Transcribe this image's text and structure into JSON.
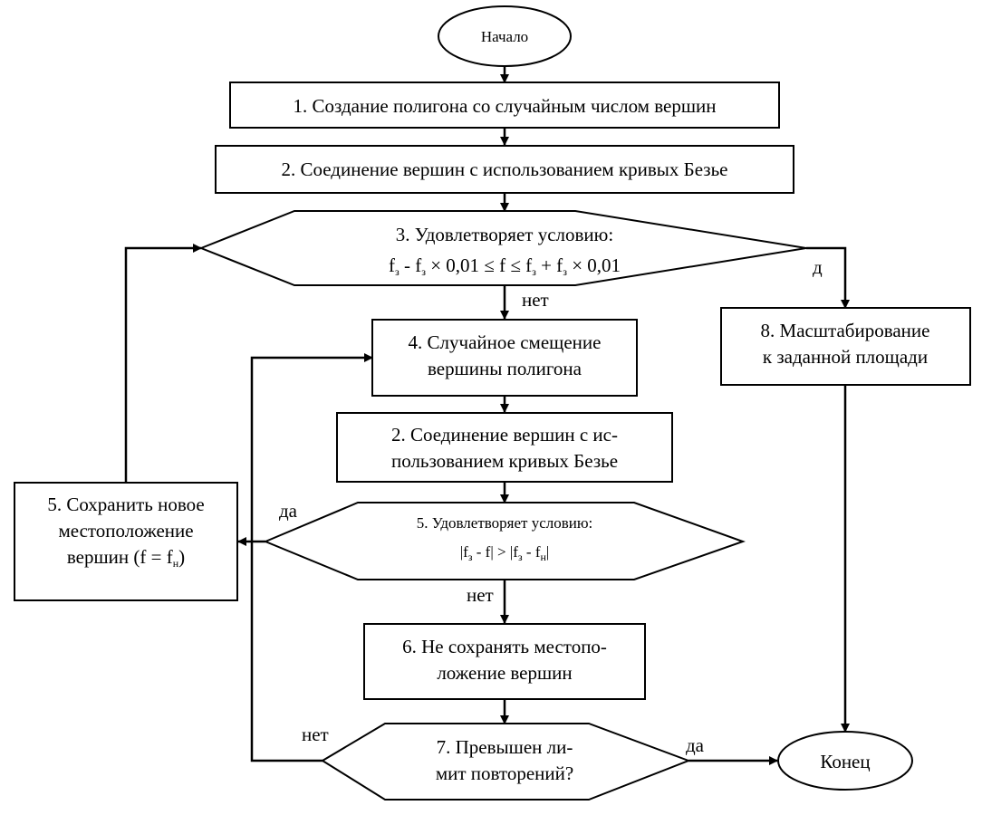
{
  "diagram": {
    "type": "flowchart",
    "start": {
      "label": "Начало"
    },
    "end": {
      "label": "Конец"
    },
    "steps": [
      {
        "id": "s1",
        "lines": [
          "1. Создание полигона со случайным числом вершин"
        ]
      },
      {
        "id": "s2",
        "lines": [
          "2. Соединение вершин с использованием кривых Безье"
        ]
      },
      {
        "id": "d3",
        "lines": [
          "3. Удовлетворяет условию:"
        ],
        "formula": {
          "parts": [
            "f",
            "з",
            " - f",
            "з",
            " × 0,01  ≤ f ≤ f",
            "з",
            " + f",
            "з",
            " × 0,01"
          ]
        }
      },
      {
        "id": "s4",
        "lines": [
          "4. Случайное смещение",
          "вершины полигона"
        ]
      },
      {
        "id": "s2b",
        "lines": [
          "2. Соединение вершин с ис-",
          "пользованием кривых Безье"
        ]
      },
      {
        "id": "d5",
        "lines": [
          "5. Удовлетворяет условию:"
        ],
        "formula": {
          "parts": [
            "|f",
            "з",
            " - f| > |f",
            "з",
            " - f",
            "н",
            "|"
          ]
        }
      },
      {
        "id": "s5",
        "lines": [
          "5. Сохранить новое",
          "местоположение",
          "вершин (f = f"
        ],
        "suffix": {
          "sub": "н",
          "tail": ")"
        }
      },
      {
        "id": "s6",
        "lines": [
          "6. Не сохранять местопо-",
          "ложение вершин"
        ]
      },
      {
        "id": "d7",
        "lines": [
          "7. Превышен ли-",
          "мит повторений?"
        ]
      },
      {
        "id": "s8",
        "lines": [
          "8. Масштабирование",
          "к заданной площади"
        ]
      }
    ],
    "edge_labels": {
      "d3_yes": "д",
      "d3_no": "нет",
      "d5_yes": "да",
      "d5_no": "нет",
      "d7_no": "нет",
      "d7_yes": "да"
    }
  }
}
